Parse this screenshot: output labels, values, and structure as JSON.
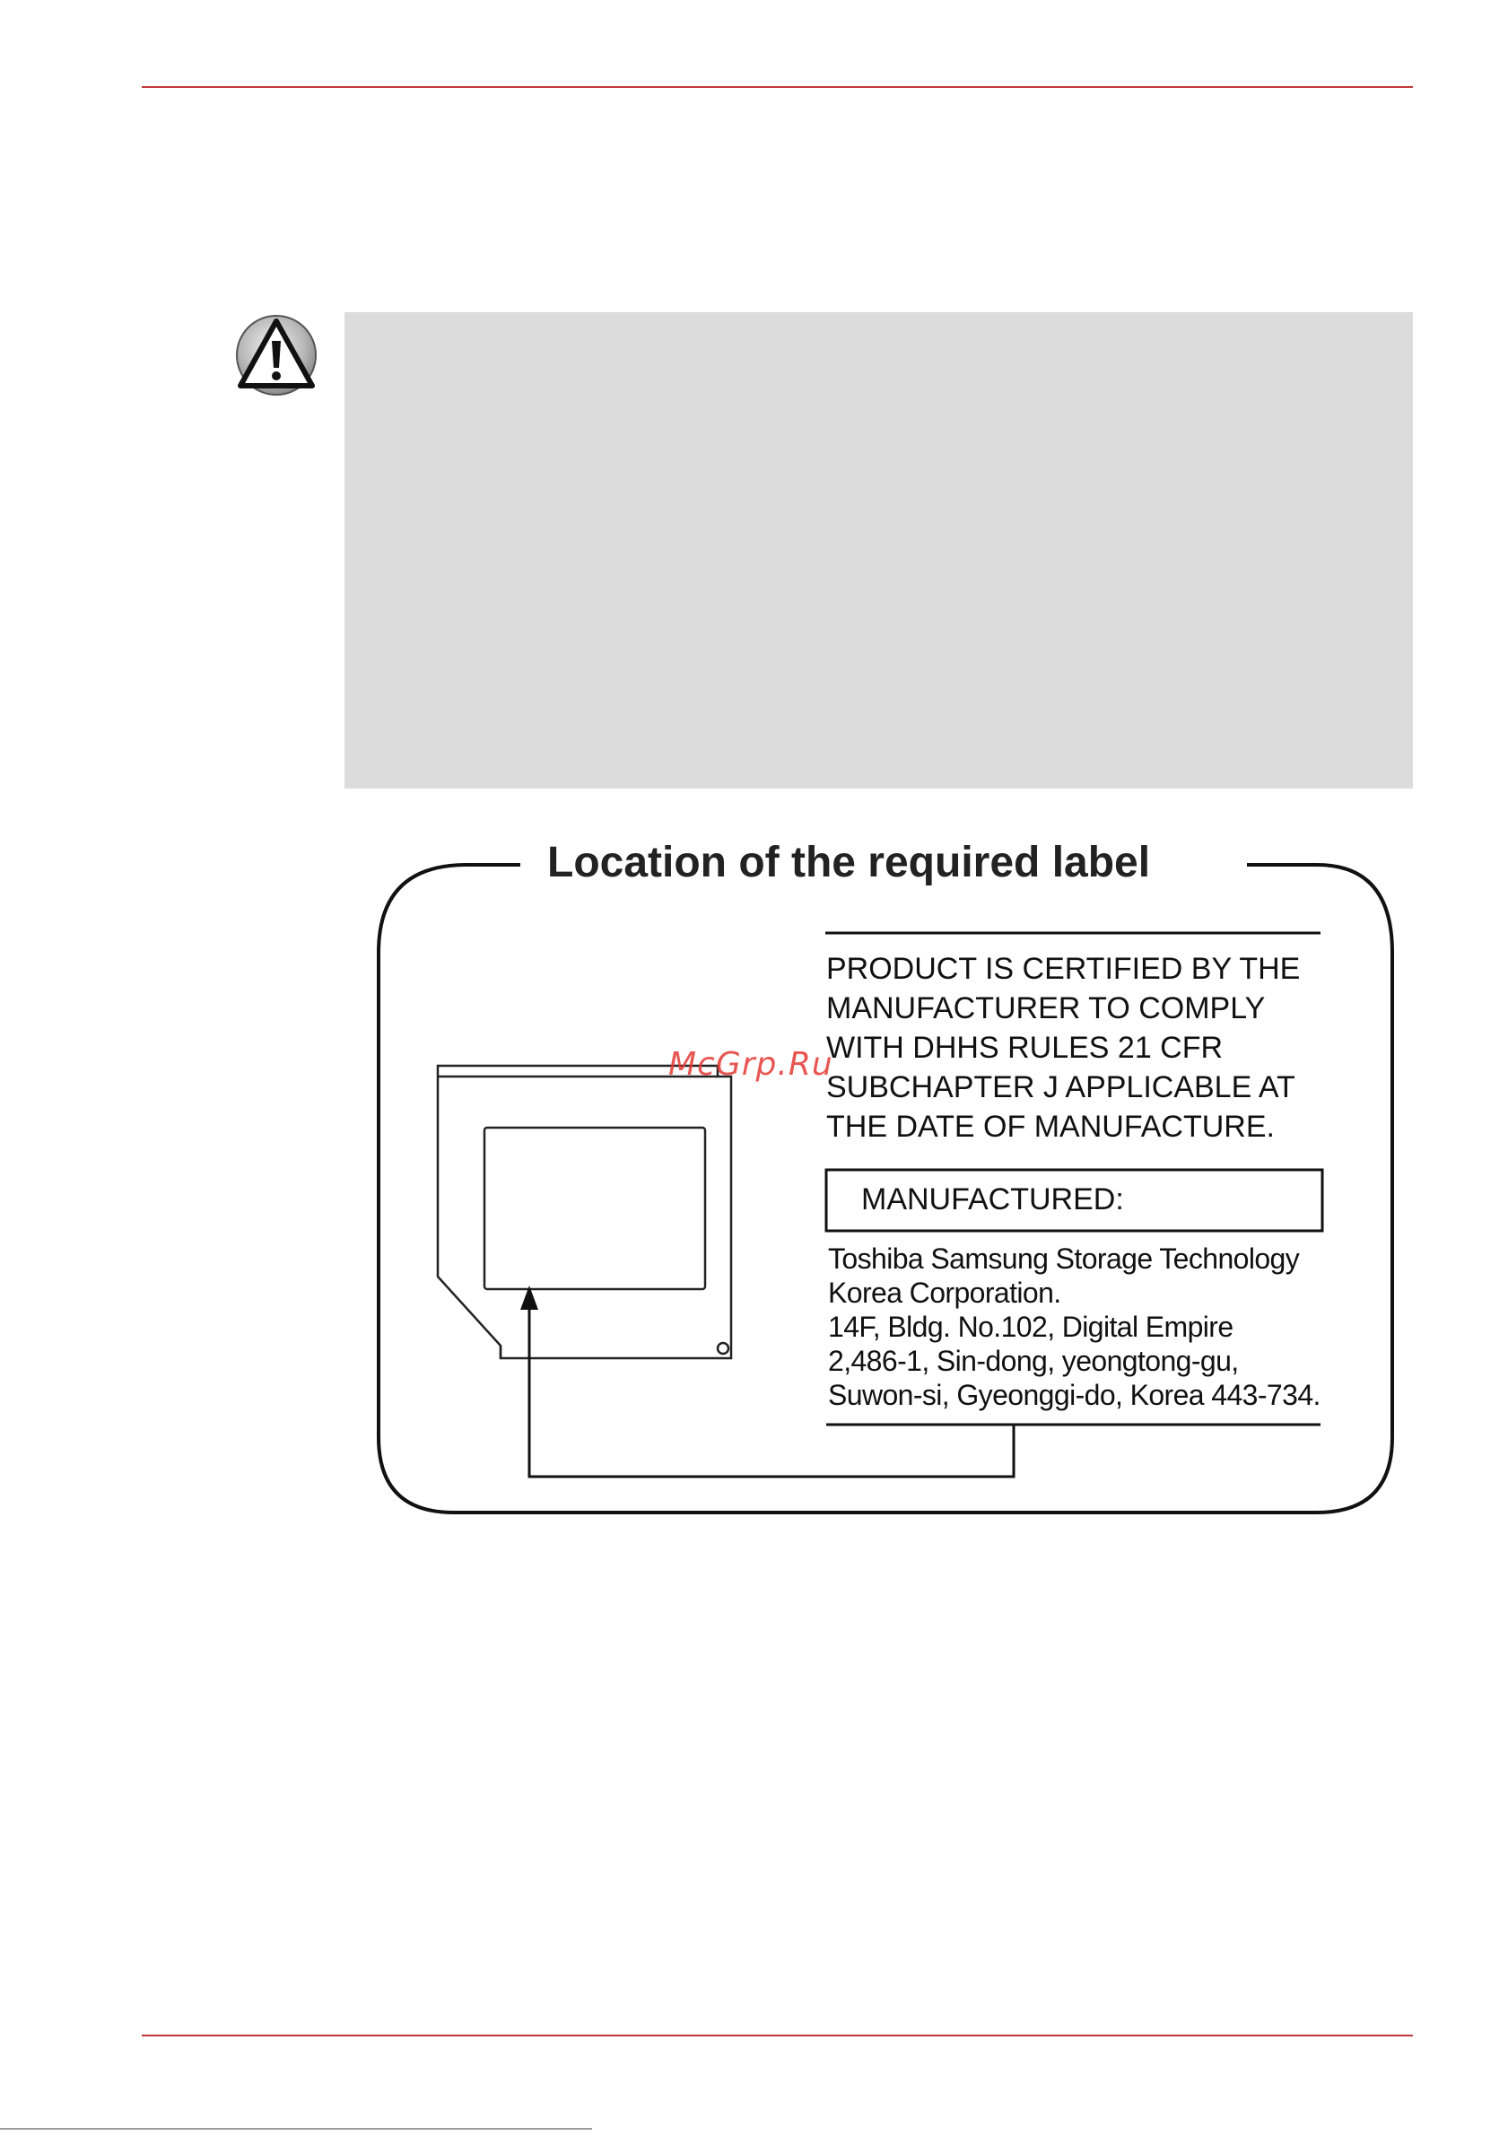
{
  "colors": {
    "accent_rule": "#c0393b",
    "warning_box_bg": "#dcdcdc",
    "watermark": "#e53935"
  },
  "icons": {
    "warning": "warning-triangle-icon"
  },
  "watermark": "McGrp.Ru",
  "diagram": {
    "title": "Location of the required label",
    "certification_lines": [
      "PRODUCT IS CERTIFIED BY THE",
      "MANUFACTURER TO COMPLY",
      "WITH DHHS RULES 21 CFR",
      "SUBCHAPTER J APPLICABLE AT",
      "THE DATE OF MANUFACTURE."
    ],
    "manufactured_label": "MANUFACTURED:",
    "address_lines": [
      "Toshiba Samsung Storage Technology",
      "Korea Corporation.",
      "14F, Bldg. No.102, Digital Empire",
      "2,486-1, Sin-dong, yeongtong-gu,",
      "Suwon-si, Gyeonggi-do, Korea 443-734."
    ]
  }
}
